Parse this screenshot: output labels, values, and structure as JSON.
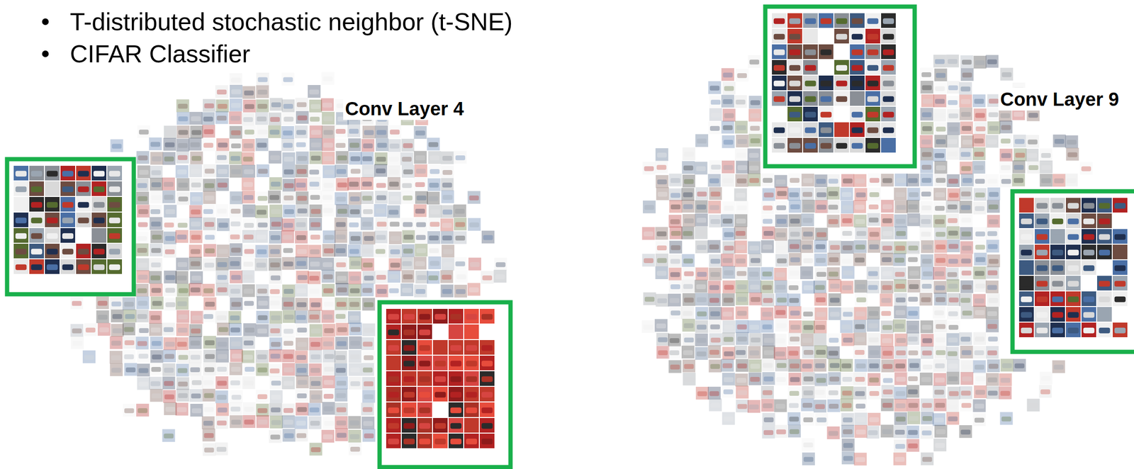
{
  "diagram": {
    "labels": [
      "T-distributed stochastic neighbor (t-SNE)",
      "CIFAR Classifier",
      "Conv Layer 4",
      "Conv Layer 9"
    ]
  }
}
